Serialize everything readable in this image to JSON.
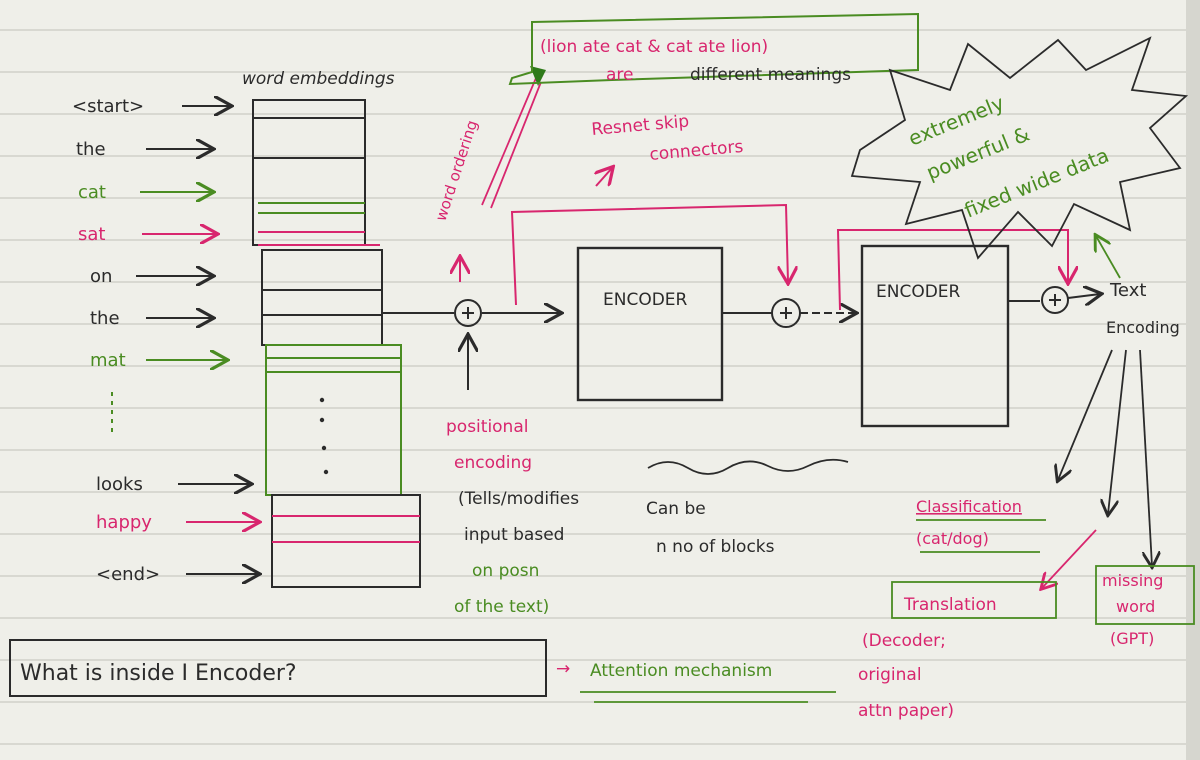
{
  "embedding_header": "word embeddings",
  "tokens": [
    {
      "text": "<start>",
      "color": "#2b2b2b"
    },
    {
      "text": "the",
      "color": "#2b2b2b"
    },
    {
      "text": "cat",
      "color": "#4a8c22"
    },
    {
      "text": "sat",
      "color": "#d8266e"
    },
    {
      "text": "on",
      "color": "#2b2b2b"
    },
    {
      "text": "the",
      "color": "#2b2b2b"
    },
    {
      "text": "mat",
      "color": "#4a8c22"
    },
    {
      "text": "looks",
      "color": "#2b2b2b"
    },
    {
      "text": "happy",
      "color": "#d8266e"
    },
    {
      "text": "<end>",
      "color": "#2b2b2b"
    }
  ],
  "word_ordering_label": "word ordering",
  "note_box": {
    "line1": "(lion ate cat & cat ate lion)",
    "line2_a": "are",
    "line2_b": "different meanings"
  },
  "resnet_label": {
    "line1": "Resnet skip",
    "line2": "connectors"
  },
  "burst_text": {
    "line1": "extremely",
    "line2": "powerful &",
    "line3": "fixed wide data"
  },
  "encoder_label_1": "ENCODER",
  "encoder_label_2": "ENCODER",
  "text_encoding": {
    "line1": "Text",
    "line2": "Encoding"
  },
  "positional": {
    "line1": "positional",
    "line2": "encoding",
    "line3": "(Tells/modifies",
    "line4": "input based",
    "line5": "on posn",
    "line6": "of the text)"
  },
  "blocks_note": {
    "line1": "Can be",
    "line2": "n no of blocks"
  },
  "classification": {
    "line1": "Classification",
    "line2": "(cat/dog)"
  },
  "translation": {
    "line1": "Translation",
    "line2": "(Decoder;",
    "line3": "original",
    "line4": "attn paper)"
  },
  "missing_word": {
    "line1": "missing",
    "line2": "word",
    "line3": "(GPT)"
  },
  "question": "What is inside I Encoder?",
  "answer": "Attention mechanism",
  "colors": {
    "ink": "#2b2b2b",
    "pink": "#d8266e",
    "green": "#4a8c22",
    "paper": "#efefe9",
    "rule": "#c9c9c3"
  }
}
